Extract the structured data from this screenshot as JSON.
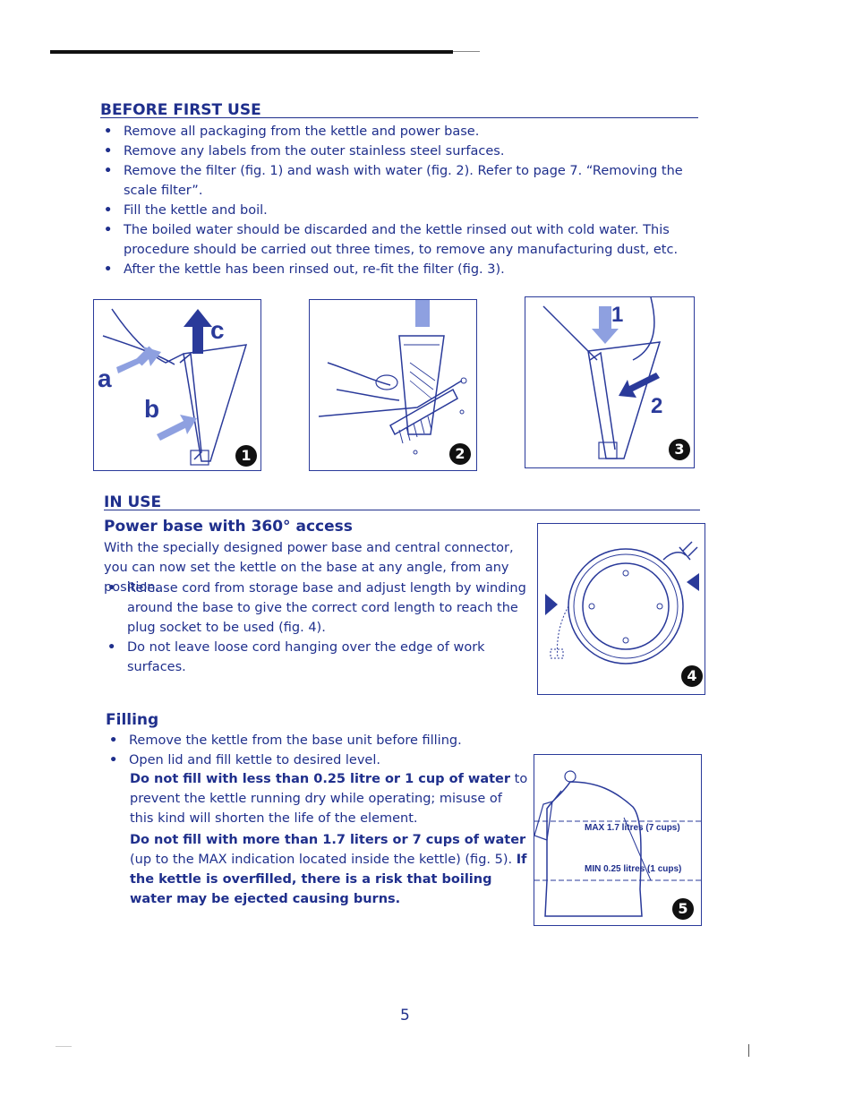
{
  "before_first_use": {
    "heading": "BEFORE FIRST USE",
    "items": [
      "Remove all packaging from the kettle and power base.",
      "Remove any labels from the outer stainless steel surfaces.",
      "Remove the filter (fig. 1) and wash with water (fig. 2). Refer to page 7. “Removing the scale filter”.",
      "Fill the kettle and boil.",
      "The boiled water should be discarded and the kettle rinsed out with cold water. This procedure should be carried out three times, to remove any manufacturing dust, etc.",
      "After the kettle has been rinsed out, re-fit the filter (fig. 3)."
    ]
  },
  "figures": {
    "fig1": {
      "number": "1",
      "labels": {
        "a": "a",
        "b": "b",
        "c": "c"
      }
    },
    "fig2": {
      "number": "2"
    },
    "fig3": {
      "number": "3",
      "labels": {
        "one": "1",
        "two": "2"
      }
    },
    "fig4": {
      "number": "4"
    },
    "fig5": {
      "number": "5",
      "max_label": "MAX 1.7 litres (7 cups)",
      "min_label": "MIN 0.25 litres (1 cups)"
    }
  },
  "in_use": {
    "heading": "IN USE",
    "power_base": {
      "heading": "Power base with 360° access",
      "intro": "With the specially designed power base and central connector, you can now set the kettle on the base at any angle, from any position.",
      "items": [
        "Release cord from storage base and adjust length by winding around the base to give the correct cord length to reach the plug socket to be used (fig. 4).",
        "Do not leave loose cord hanging over the edge of work surfaces."
      ]
    },
    "filling": {
      "heading": "Filling",
      "items": [
        "Remove the kettle from the base unit before filling.",
        "Open lid and fill kettle to desired level."
      ],
      "warning1_bold": "Do not fill with less than 0.25 litre or 1 cup of water",
      "warning1_rest": " to prevent the kettle running dry while operating; misuse of this kind will shorten the life of the element.",
      "warning2_bold": "Do not fill with more than 1.7 liters or 7 cups of water",
      "warning2_rest": " (up to the MAX indication located inside the kettle) (fig. 5). ",
      "warning2_bold_end": "If the kettle is overfilled, there is a risk that boiling water may be ejected causing burns."
    }
  },
  "page_number": "5"
}
